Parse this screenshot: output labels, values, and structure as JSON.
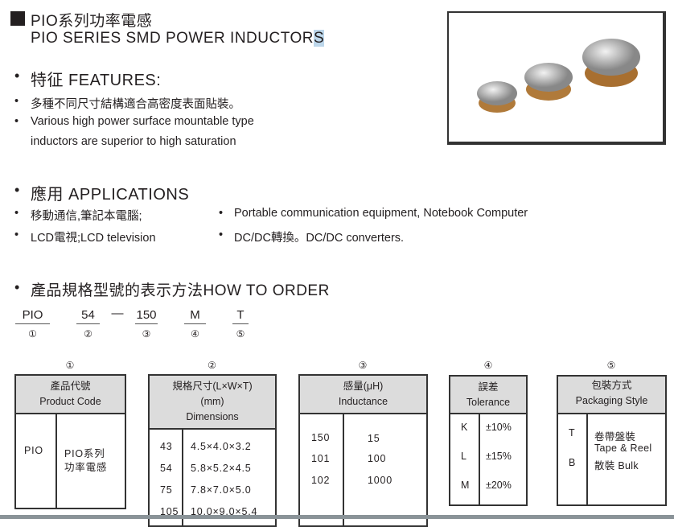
{
  "title": {
    "cn": "PIO系列功率電感",
    "en_main": "PIO SERIES SMD POWER INDUCTOR",
    "en_last": "S"
  },
  "features": {
    "heading": "特征 FEATURES:",
    "items": [
      "多種不同尺寸結構適合高密度表面貼裝。",
      "Various high power surface mountable type",
      "inductors are superior to high saturation"
    ]
  },
  "applications": {
    "heading": "應用 APPLICATIONS",
    "left": [
      "移動通信,筆記本電腦;",
      "LCD電視;LCD television"
    ],
    "right": [
      "Portable communication equipment, Notebook Computer",
      "DC/DC轉換。DC/DC converters."
    ]
  },
  "order": {
    "heading": "產品規格型號的表示方法HOW TO ORDER",
    "codes": [
      "PIO",
      "54",
      "150",
      "M",
      "T"
    ],
    "dash": "—",
    "nums": [
      "①",
      "②",
      "③",
      "④",
      "⑤"
    ]
  },
  "tables": {
    "t1": {
      "num": "①",
      "h1": "產品代號",
      "h2": "Product Code",
      "code": "PIO",
      "desc1": "PIO系列",
      "desc2": "功率電感"
    },
    "t2": {
      "num": "②",
      "h1": "規格尺寸(L×W×T)",
      "h2": "(mm)",
      "h3": "Dimensions",
      "rows": [
        [
          "43",
          "4.5×4.0×3.2"
        ],
        [
          "54",
          "5.8×5.2×4.5"
        ],
        [
          "75",
          "7.8×7.0×5.0"
        ],
        [
          "105",
          "10.0×9.0×5.4"
        ]
      ]
    },
    "t3": {
      "num": "③",
      "h1": "感量(μH)",
      "h2": "Inductance",
      "rows": [
        [
          "150",
          "15"
        ],
        [
          "101",
          "100"
        ],
        [
          "102",
          "1000"
        ]
      ]
    },
    "t4": {
      "num": "④",
      "h1": "誤差",
      "h2": "Tolerance",
      "rows": [
        [
          "K",
          "±10%"
        ],
        [
          "L",
          "±15%"
        ],
        [
          "M",
          "±20%"
        ]
      ]
    },
    "t5": {
      "num": "⑤",
      "h1": "包裝方式",
      "h2": "Packaging Style",
      "codes": [
        "T",
        "B"
      ],
      "d1": "卷帶盤裝",
      "d2": "Tape & Reel",
      "d3": "散裝 Bulk"
    }
  }
}
